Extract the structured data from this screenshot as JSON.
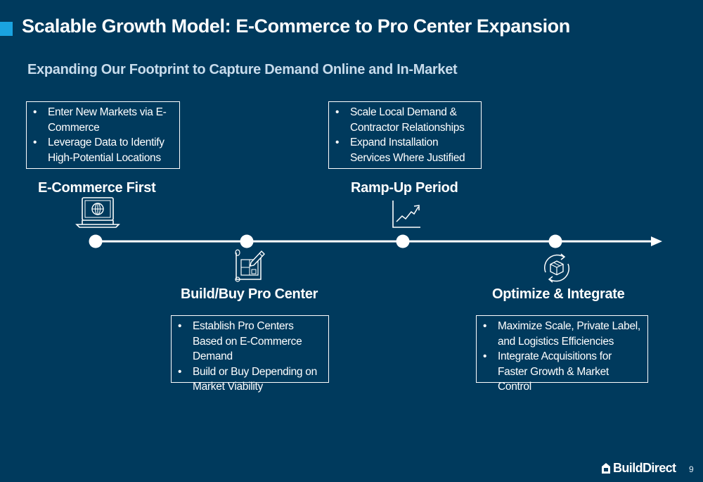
{
  "header": {
    "title": "Scalable Growth Model: E-Commerce to Pro Center Expansion",
    "subtitle": "Expanding Our Footprint to Capture Demand Online and In-Market",
    "accent_color": "#1aa3e0",
    "background_color": "#003a5d"
  },
  "stages": [
    {
      "label": "E-Commerce First",
      "icon": "laptop-globe-icon",
      "bullets": [
        "Enter New Markets via E-Commerce",
        "Leverage Data to Identify High-Potential Locations"
      ]
    },
    {
      "label": "Build/Buy Pro Center",
      "icon": "blueprint-pencil-icon",
      "bullets": [
        "Establish Pro Centers Based on E-Commerce Demand",
        "Build or Buy Depending on Market Viability"
      ]
    },
    {
      "label": "Ramp-Up Period",
      "icon": "growth-chart-icon",
      "bullets": [
        "Scale Local Demand & Contractor Relationships",
        "Expand Installation Services Where Justified"
      ]
    },
    {
      "label": "Optimize & Integrate",
      "icon": "box-cycle-icon",
      "bullets": [
        "Maximize Scale, Private Label, and Logistics Efficiencies",
        "Integrate Acquisitions for Faster Growth & Market Control"
      ]
    }
  ],
  "footer": {
    "logo_text": "BuildDirect",
    "page_number": "9"
  }
}
